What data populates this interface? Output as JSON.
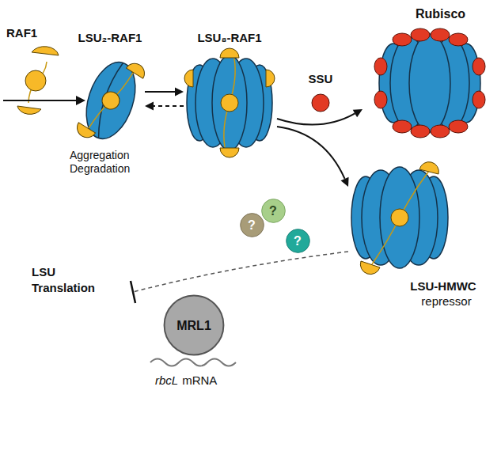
{
  "diagram": {
    "nodes": [
      {
        "text": [
          "RAF1"
        ]
      },
      {
        "text": [
          "LSU₂-RAF1"
        ]
      },
      {
        "text": [
          "LSU₈-RAF1"
        ]
      },
      {
        "text": [
          "SSU"
        ]
      },
      {
        "text": [
          "Rubisco"
        ]
      },
      {
        "text": [
          "LSU-HMWC",
          "repressor"
        ]
      },
      {
        "text": [
          "?"
        ]
      },
      {
        "text": [
          "?"
        ]
      },
      {
        "text": [
          "?"
        ]
      },
      {
        "text": [
          "MRL1"
        ]
      }
    ],
    "edges": [
      {
        "from": 1,
        "to": 2,
        "arrow": "to"
      },
      {
        "from": 2,
        "to": 1,
        "arrow": "to"
      },
      {
        "from": 2,
        "to": 4,
        "arrow": "to"
      },
      {
        "from": 2,
        "to": 5,
        "arrow": "to"
      }
    ],
    "labels": [
      "Aggregation Degradation",
      "LSU Translation",
      "rbcL",
      "mRNA"
    ]
  }
}
